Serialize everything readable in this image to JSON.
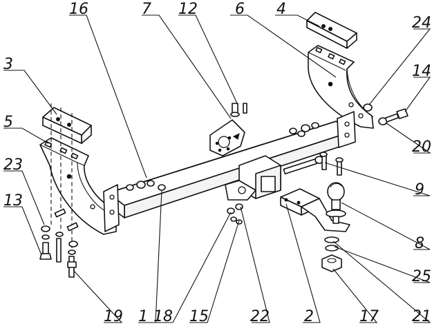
{
  "callouts": {
    "c1": "1",
    "c2": "2",
    "c3": "3",
    "c4": "4",
    "c5": "5",
    "c6": "6",
    "c7": "7",
    "c8": "8",
    "c9": "9",
    "c12": "12",
    "c13": "13",
    "c14": "14",
    "c15": "15",
    "c16": "16",
    "c17": "17",
    "c18": "18",
    "c19": "19",
    "c20": "20",
    "c21": "21",
    "c22": "22",
    "c23": "23",
    "c24": "24",
    "c25": "25"
  }
}
